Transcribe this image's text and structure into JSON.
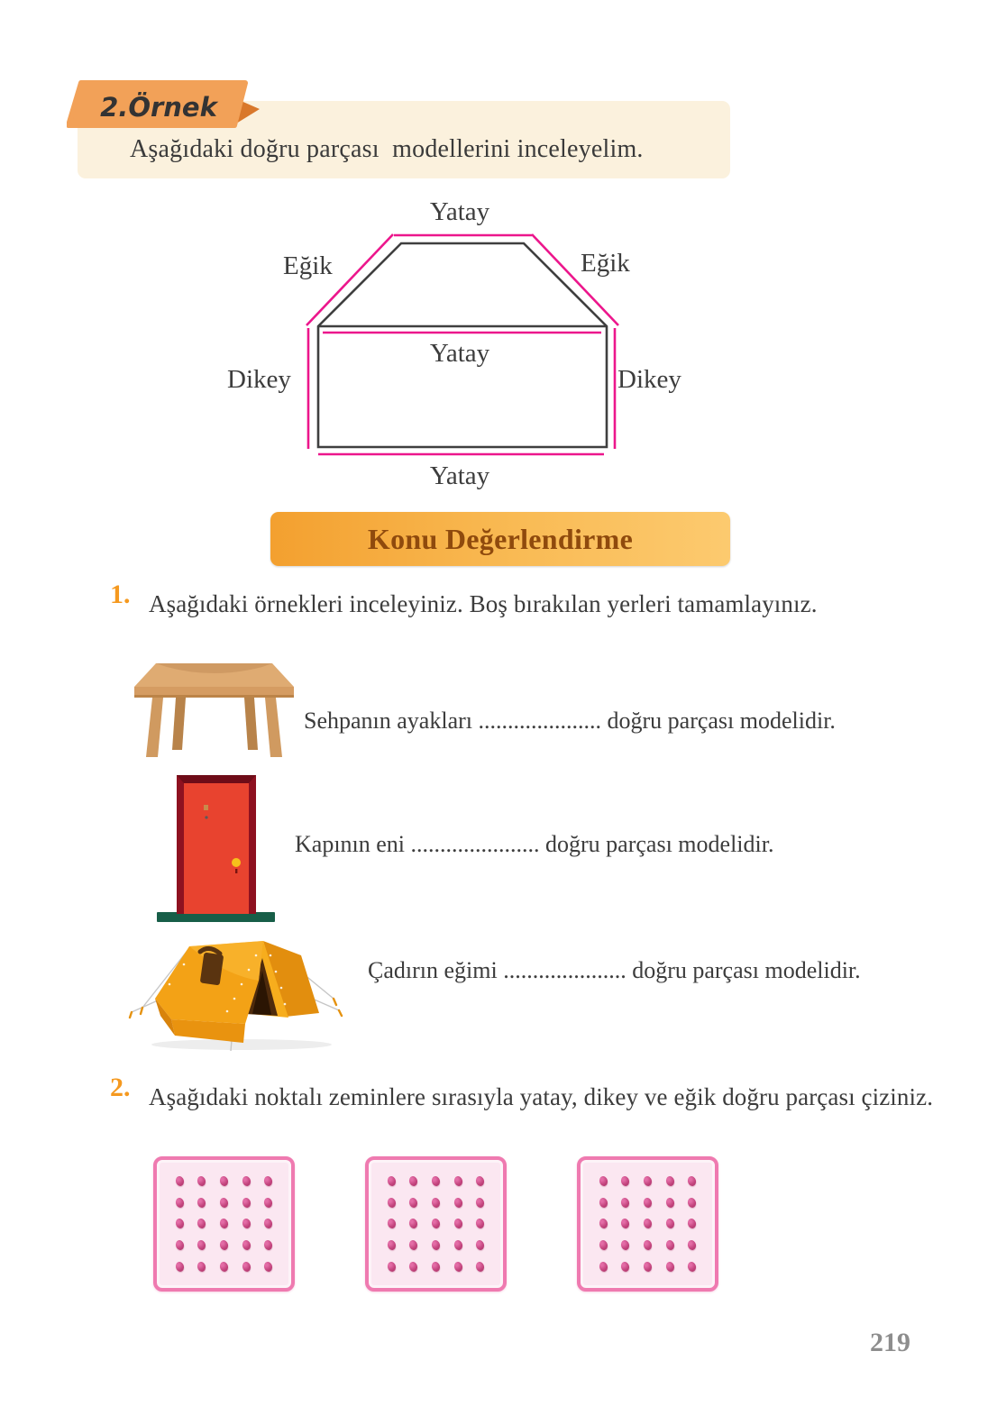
{
  "page": {
    "number": "219"
  },
  "example": {
    "tab_label": "2.Örnek",
    "intro": "Aşağıdaki doğru parçası  modellerini inceleyelim."
  },
  "figure": {
    "labels": {
      "top": "Yatay",
      "slant_left": "Eğik",
      "slant_right": "Eğik",
      "middle": "Yatay",
      "side_left": "Dikey",
      "side_right": "Dikey",
      "bottom": "Yatay"
    },
    "colors": {
      "outline": "#3F3F3F",
      "accent": "#EC168C"
    }
  },
  "banner": {
    "label": "Konu Değerlendirme"
  },
  "q1": {
    "number": "1.",
    "text": "Aşağıdaki örnekleri inceleyiniz. Boş bırakılan yerleri tamamlayınız.",
    "items": [
      {
        "icon": "table-icon",
        "sentence": "Sehpanın ayakları ..................... doğru parçası modelidir."
      },
      {
        "icon": "door-icon",
        "sentence": "Kapının eni ...................... doğru parçası modelidir."
      },
      {
        "icon": "tent-icon",
        "sentence": "Çadırın eğimi ..................... doğru parçası modelidir."
      }
    ]
  },
  "q2": {
    "number": "2.",
    "text": "Aşağıdaki noktalı zeminlere sırasıyla yatay, dikey ve eğik doğru parçası çiziniz.",
    "boards": {
      "count": 3,
      "rows": 5,
      "cols": 5
    }
  },
  "colors": {
    "tab_bg": "#F2A158",
    "tab_fold": "#D9782B",
    "panel_bg": "#FBF1DD",
    "banner_from": "#F3A02F",
    "banner_to": "#FCCA6F",
    "banner_text": "#8F4A0D",
    "number_orange": "#F5991F",
    "body_text": "#3C3C3C",
    "board_border": "#EF7AB0",
    "board_fill": "#FBE7F1",
    "dot": "#C2437C",
    "page_number": "#8D8D8D"
  }
}
